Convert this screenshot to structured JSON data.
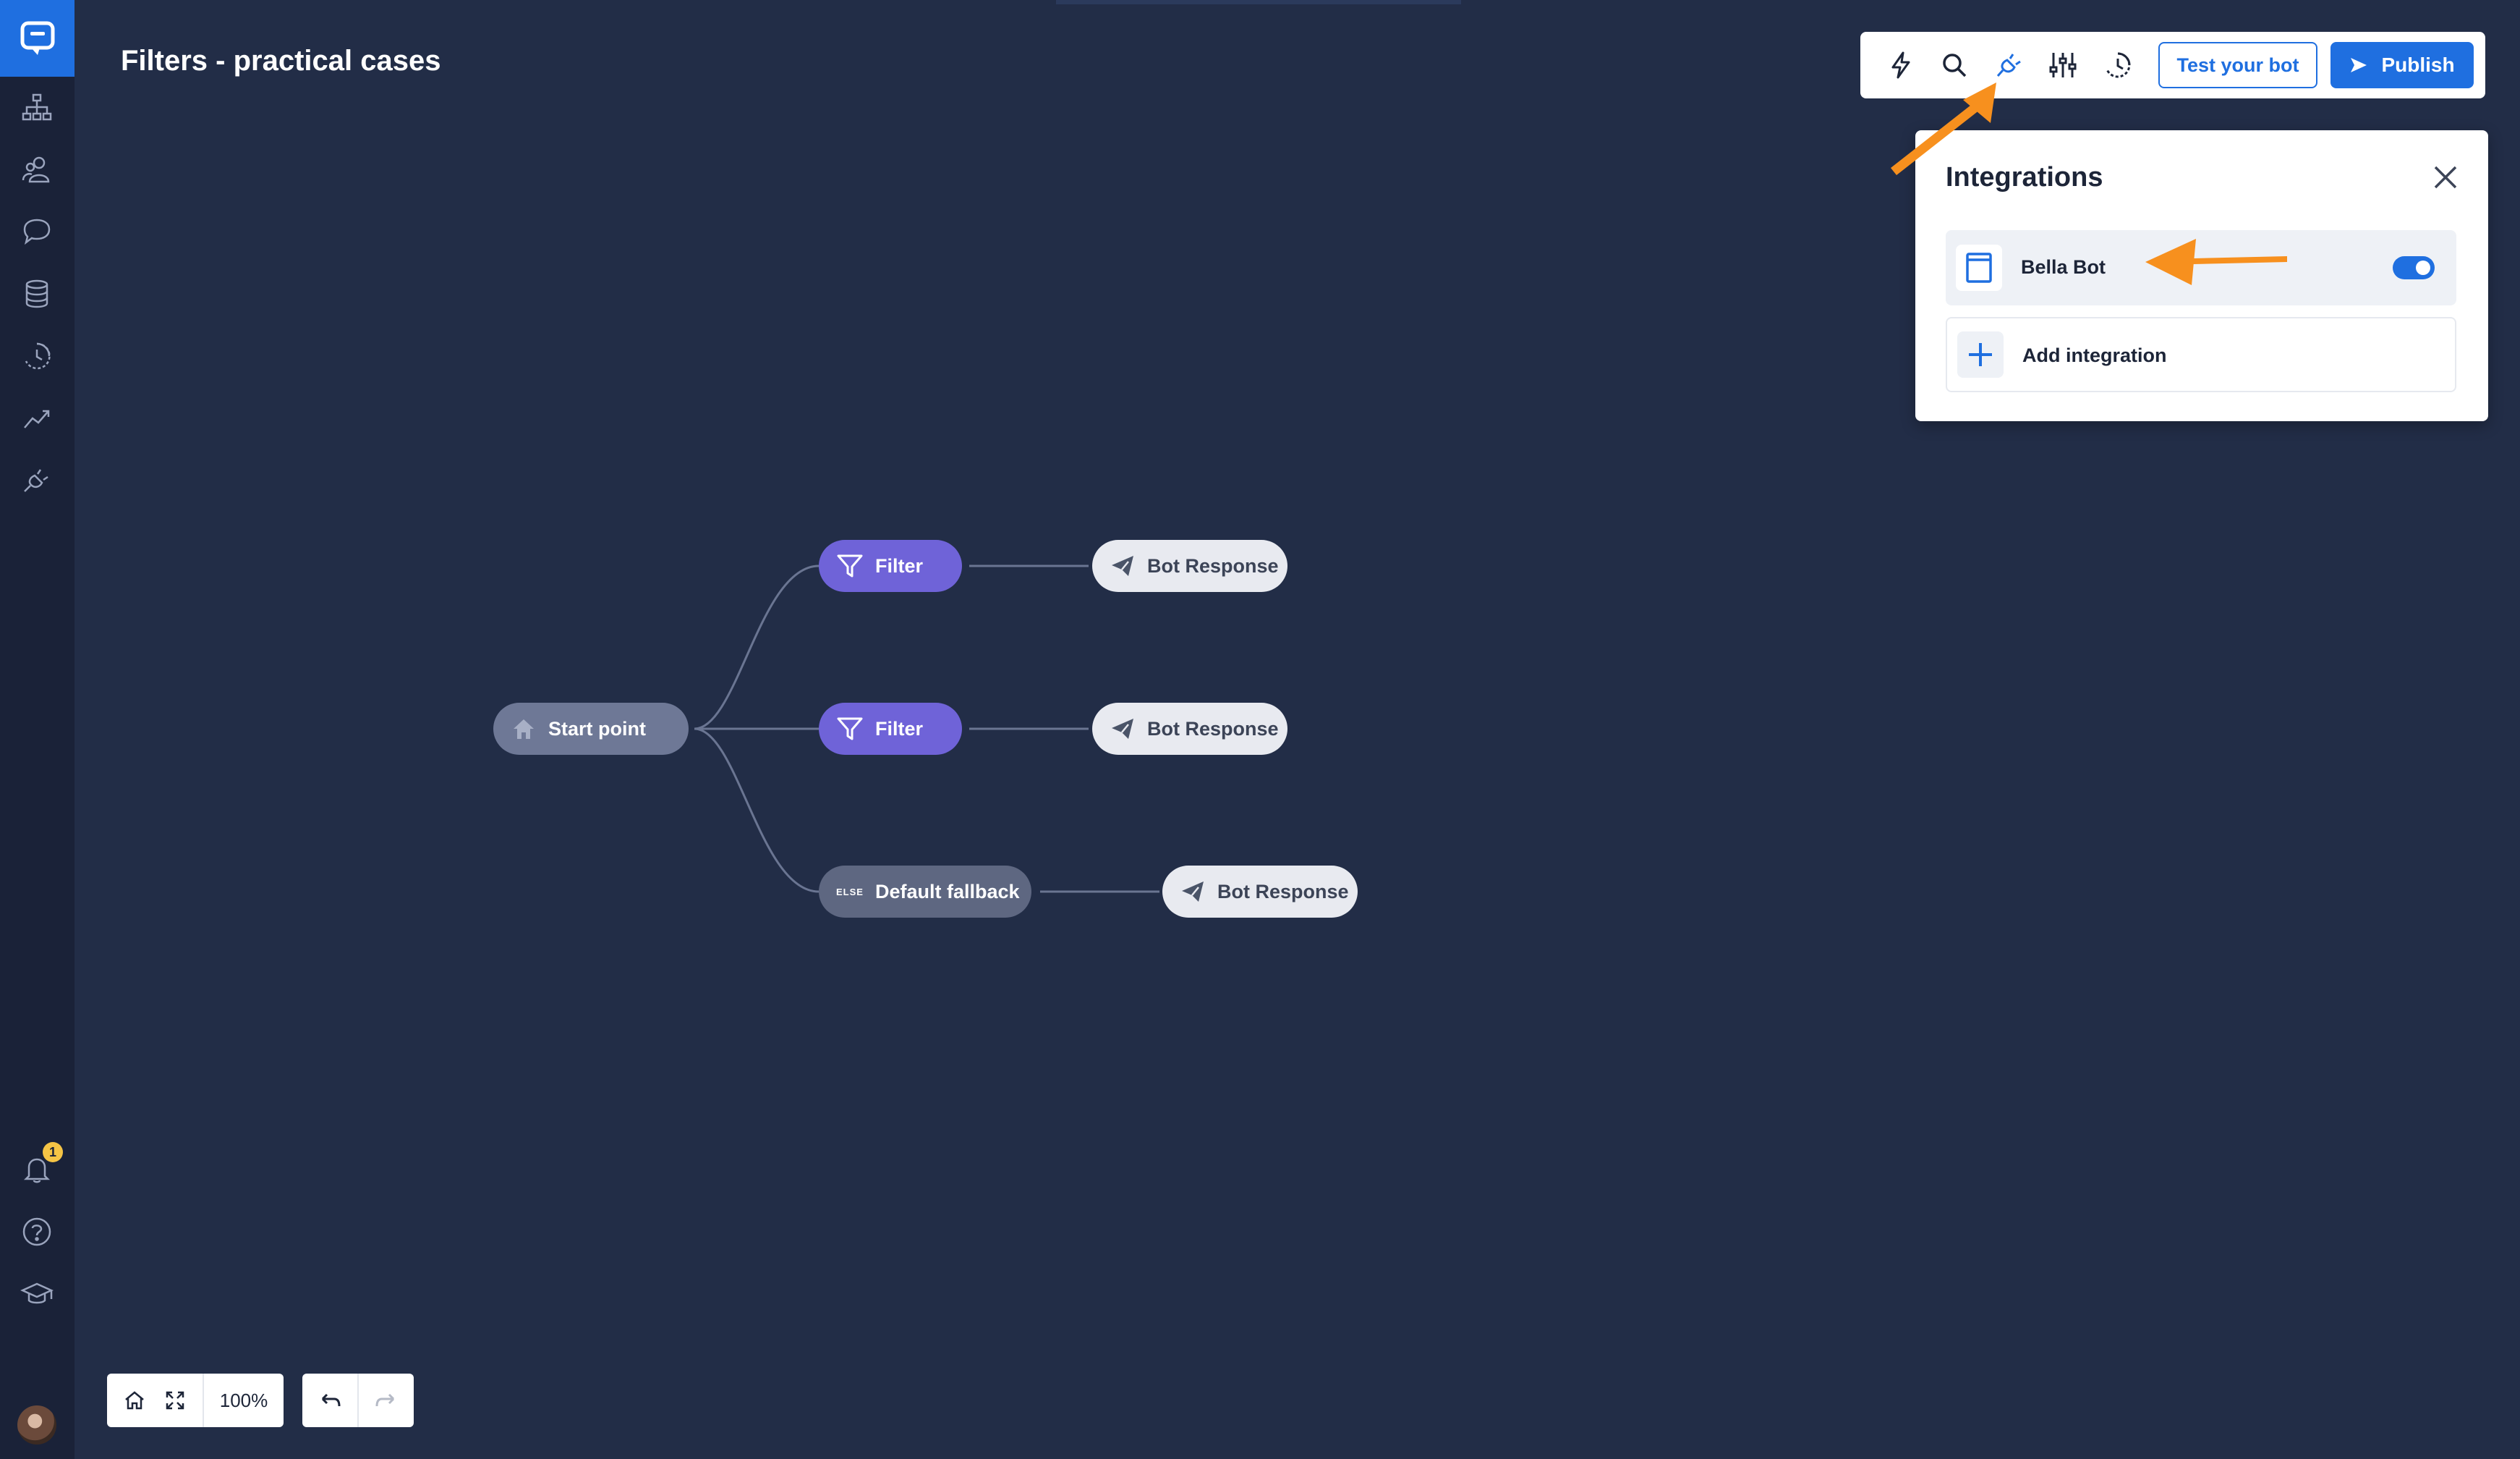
{
  "page": {
    "title": "Filters - practical cases"
  },
  "sidebar": {
    "items": [
      {
        "name": "flows-icon"
      },
      {
        "name": "audience-icon"
      },
      {
        "name": "chat-icon"
      },
      {
        "name": "database-icon"
      },
      {
        "name": "history-icon"
      },
      {
        "name": "reports-icon"
      },
      {
        "name": "integrations-icon"
      }
    ],
    "bottom": [
      {
        "name": "bell-icon",
        "badge": "1"
      },
      {
        "name": "help-icon"
      },
      {
        "name": "academy-icon"
      }
    ]
  },
  "toolbar": {
    "icons": [
      "lightning-icon",
      "search-icon",
      "plug-icon",
      "sliders-icon",
      "history-icon"
    ],
    "test_label": "Test your bot",
    "publish_label": "Publish"
  },
  "integrations_panel": {
    "title": "Integrations",
    "items": [
      {
        "label": "Bella Bot",
        "enabled": true
      },
      {
        "label": "Add integration"
      }
    ]
  },
  "flow": {
    "start": {
      "label": "Start point"
    },
    "branches": [
      {
        "type": "filter",
        "label": "Filter",
        "response": "Bot Response"
      },
      {
        "type": "filter",
        "label": "Filter",
        "response": "Bot Response"
      },
      {
        "type": "fallback",
        "tag": "ELSE",
        "label": "Default fallback",
        "response": "Bot Response"
      }
    ]
  },
  "controls": {
    "zoom": "100%"
  },
  "colors": {
    "accent": "#1f6fe0",
    "background": "#222d47",
    "filter": "#6f63d8",
    "annotation": "#f7901e"
  }
}
